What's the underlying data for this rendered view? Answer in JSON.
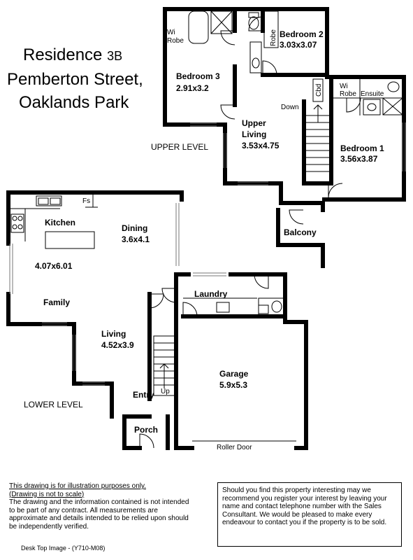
{
  "title": {
    "line1": "Residence",
    "line1_suffix": "3B",
    "line2": "Pemberton Street,",
    "line3": "Oaklands Park"
  },
  "levels": {
    "upper": "UPPER LEVEL",
    "lower": "LOWER LEVEL"
  },
  "rooms": {
    "bedroom2": {
      "name": "Bedroom 2",
      "size": "3.03x3.07"
    },
    "bedroom3": {
      "name": "Bedroom 3",
      "size": "2.91x3.2"
    },
    "bedroom1": {
      "name": "Bedroom 1",
      "size": "3.56x3.87"
    },
    "upper_living": {
      "name_line1": "Upper",
      "name_line2": "Living",
      "size": "3.53x4.75"
    },
    "balcony": {
      "name": "Balcony"
    },
    "kitchen": {
      "name": "Kitchen"
    },
    "dining": {
      "name": "Dining",
      "size": "3.6x4.1"
    },
    "family": {
      "name": "Family",
      "size": "4.07x6.01"
    },
    "living": {
      "name": "Living",
      "size": "4.52x3.9"
    },
    "laundry": {
      "name": "Laundry"
    },
    "garage": {
      "name": "Garage",
      "size": "5.9x5.3"
    },
    "entry": {
      "name": "Entry"
    },
    "porch": {
      "name": "Porch"
    }
  },
  "fixtures": {
    "wi": "Wi",
    "robe": "Robe",
    "robe_vertical": "Robe",
    "ensuite": "Ensuite",
    "cbd": "Cbd",
    "down": "Down",
    "up": "Up",
    "fs": "Fs",
    "roller_door": "Roller Door"
  },
  "disclaimer": {
    "line1": "This drawing is for illustration purposes only.",
    "line2": "(Drawing is not to scale)",
    "body": "The drawing and the information contained is not intended to be part of any contract.  All measurements are approximate and details intended to be relied upon should be independently verified."
  },
  "contact_box": {
    "text": "Should you find this property interesting may we recommend you register your interest by leaving your name and contact telephone number with the Sales Consultant. We would be pleased to make every endeavour to contact you if the property is to be sold."
  },
  "footer": "Desk Top Image - (Y710-M08)"
}
